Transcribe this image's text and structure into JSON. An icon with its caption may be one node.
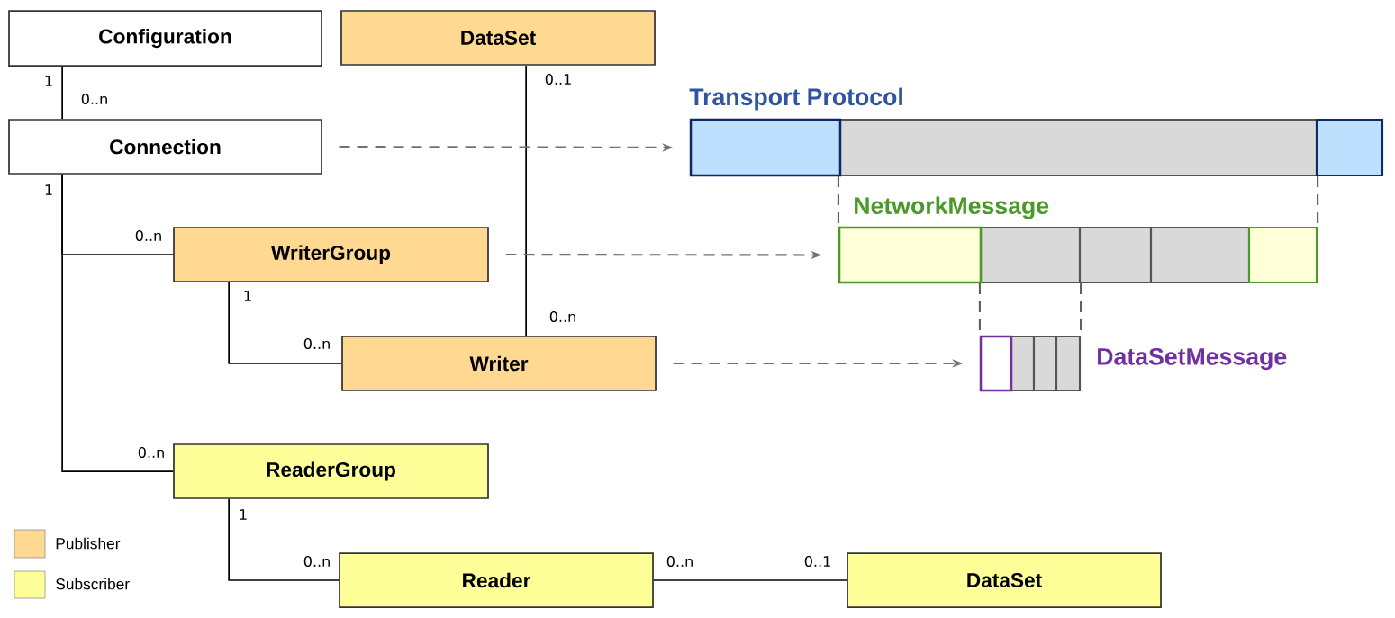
{
  "diagram": {
    "nodes": [
      {
        "text": [
          "Configuration"
        ]
      },
      {
        "text": [
          "DataSet"
        ]
      },
      {
        "text": [
          "Connection"
        ]
      },
      {
        "text": [
          "WriterGroup"
        ]
      },
      {
        "text": [
          "Writer"
        ]
      },
      {
        "text": [
          "ReaderGroup"
        ]
      },
      {
        "text": [
          "Reader"
        ]
      },
      {
        "text": [
          "DataSet"
        ]
      },
      {
        "text": [
          "Transport Protocol"
        ]
      },
      {
        "text": [
          "NetworkMessage"
        ]
      },
      {
        "text": [
          "DataSetMessage"
        ]
      }
    ],
    "edges": [
      {
        "from": 0,
        "to": 2,
        "arrow": "none"
      },
      {
        "from": 2,
        "to": 3,
        "arrow": "none"
      },
      {
        "from": 2,
        "to": 5,
        "arrow": "none"
      },
      {
        "from": 3,
        "to": 4,
        "arrow": "none"
      },
      {
        "from": 1,
        "to": 4,
        "arrow": "none"
      },
      {
        "from": 5,
        "to": 6,
        "arrow": "none"
      },
      {
        "from": 6,
        "to": 7,
        "arrow": "none"
      },
      {
        "from": 2,
        "to": 8,
        "arrow": "to",
        "style": "dashed",
        "color": "#707070"
      },
      {
        "from": 3,
        "to": 9,
        "arrow": "to",
        "style": "dashed",
        "color": "#707070"
      },
      {
        "from": 4,
        "to": 10,
        "arrow": "to",
        "style": "dashed",
        "color": "#707070"
      },
      {
        "from": 8,
        "to": 9,
        "arrow": "none",
        "style": "dashed",
        "color": "#606060"
      },
      {
        "from": 8,
        "to": 9,
        "arrow": "none",
        "style": "dashed",
        "color": "#606060"
      },
      {
        "from": 9,
        "to": 10,
        "arrow": "none",
        "style": "dashed",
        "color": "#606060"
      },
      {
        "from": 9,
        "to": 10,
        "arrow": "none",
        "style": "dashed",
        "color": "#606060"
      }
    ],
    "labels": [
      "1",
      "0..1",
      "0..n",
      "1",
      "0..n",
      "1",
      "0..n",
      "0..n",
      "0..n",
      "1",
      "0..n",
      "0..n",
      "0..1"
    ],
    "legend": [
      {
        "text": "Publisher",
        "color": "#ffd991"
      },
      {
        "text": "Subscriber",
        "color": "#ffff99"
      }
    ]
  }
}
